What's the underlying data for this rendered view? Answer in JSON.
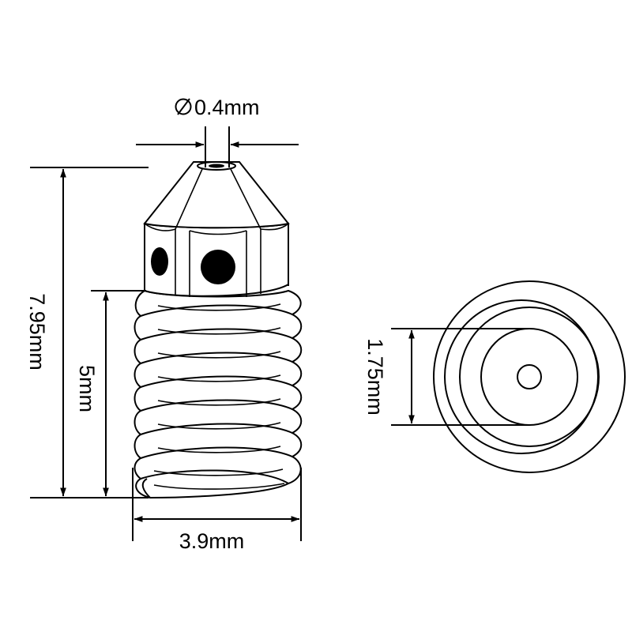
{
  "dimensions": {
    "orifice_diameter": "0.4mm",
    "total_length": "7.95mm",
    "thread_length": "5mm",
    "thread_diameter": "3.9mm",
    "filament_diameter": "1.75mm"
  },
  "colors": {
    "line": "#000000",
    "background": "#ffffff"
  },
  "icons": {
    "diameter_symbol": "diameter-icon"
  }
}
